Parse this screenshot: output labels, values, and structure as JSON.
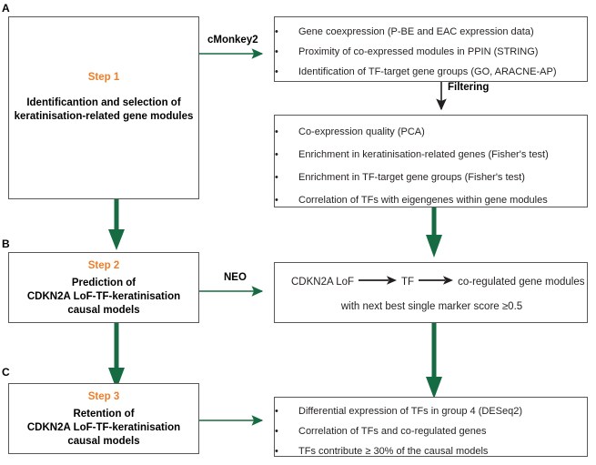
{
  "figure": {
    "type": "workflow-diagram",
    "panels": [
      {
        "id": "A",
        "label": "A"
      },
      {
        "id": "B",
        "label": "B"
      },
      {
        "id": "C",
        "label": "C"
      }
    ]
  },
  "colors": {
    "accent_orange": "#f07d28",
    "arrow_green": "#176b42",
    "box_border": "#58585a",
    "text_black": "#231f20"
  },
  "steps": [
    {
      "title": "Step 1",
      "body_lines": [
        "Identificantion and selection of",
        "keratinisation-related gene modules"
      ]
    },
    {
      "title": "Step 2",
      "body_lines": [
        "Prediction of",
        "CDKN2A LoF-TF-keratinisation",
        "causal models"
      ]
    },
    {
      "title": "Step 3",
      "body_lines": [
        "Retention of",
        "CDKN2A LoF-TF-keratinisation",
        "causal models"
      ]
    }
  ],
  "arrow_labels": {
    "cmonkey": "cMonkey2",
    "filtering": "Filtering",
    "neo": "NEO"
  },
  "panel_a_box1": {
    "bullets": [
      "Gene coexpression (P-BE and EAC expression data)",
      "Proximity of co-expressed modules in PPIN (STRING)",
      "Identification of TF-target gene groups (GO, ARACNE-AP)"
    ]
  },
  "panel_a_box2": {
    "bullets": [
      "Co-expression quality  (PCA)",
      "Enrichment in keratinisation-related genes (Fisher's test)",
      "Enrichment in TF-target gene groups (Fisher's test)",
      "Correlation of TFs with eigengenes within gene modules"
    ]
  },
  "panel_b_box": {
    "chain": [
      "CDKN2A LoF",
      "TF",
      "co-regulated gene modules"
    ],
    "subtitle": "with next best single marker score ≥0.5"
  },
  "panel_c_box": {
    "bullets": [
      "Differential expression of TFs in group 4 (DESeq2)",
      "Correlation of TFs and co-regulated genes",
      "TFs contribute ≥ 30% of the causal models"
    ]
  },
  "bullet_glyph": "•"
}
